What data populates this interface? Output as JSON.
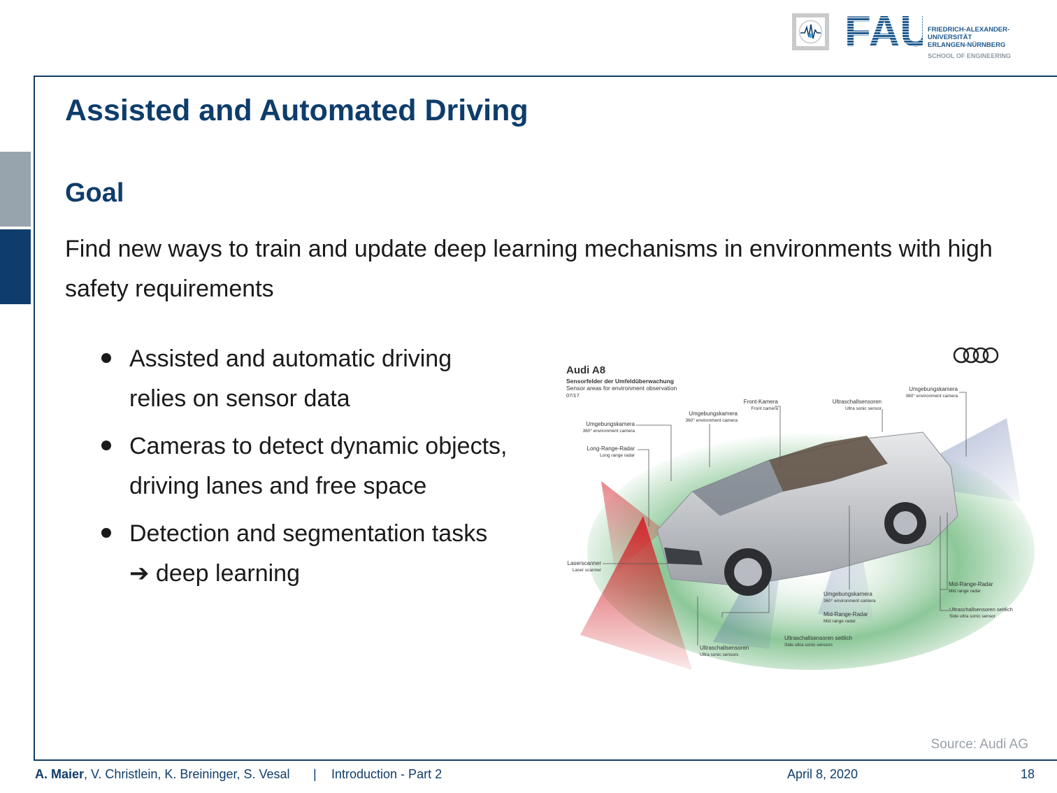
{
  "header": {
    "logo_text": "FAU",
    "university_lines": [
      "FRIEDRICH-ALEXANDER-",
      "UNIVERSITÄT",
      "ERLANGEN-NÜRNBERG"
    ],
    "school": "SCHOOL OF ENGINEERING"
  },
  "slide": {
    "title": "Assisted and Automated Driving",
    "subtitle": "Goal",
    "goal_text": "Find new ways to train and update deep learning mechanisms in environments with high safety requirements",
    "bullets": [
      {
        "line1": "Assisted and automatic driving",
        "line2": "relies on sensor data"
      },
      {
        "line1": "Cameras to detect dynamic objects,",
        "line2": "driving lanes and free space"
      },
      {
        "line1": "Detection and segmentation tasks",
        "line2": "➔ deep learning"
      }
    ],
    "source": "Source: Audi AG"
  },
  "figure": {
    "title": "Audi A8",
    "subtitle_de": "Sensorfelder der Umfeldüberwachung",
    "subtitle_en": "Sensor areas for environment observation",
    "code": "07/17",
    "labels": [
      {
        "de": "Umgebungskamera",
        "en": "360° environment camera"
      },
      {
        "de": "Long-Range-Radar",
        "en": "Long range radar"
      },
      {
        "de": "Umgebungskamera",
        "en": "360° environment camera"
      },
      {
        "de": "Front-Kamera",
        "en": "Front camera"
      },
      {
        "de": "Ultraschallsensoren",
        "en": "Ultra sonic sensor"
      },
      {
        "de": "Umgebungskamera",
        "en": "360° environment camera"
      },
      {
        "de": "Laserscanner",
        "en": "Laser scanner"
      },
      {
        "de": "Mid-Range-Radar",
        "en": "Mid range radar"
      },
      {
        "de": "Ultraschallsensoren seitlich",
        "en": "Side ultra sonic sensors"
      },
      {
        "de": "Umgebungskamera",
        "en": "360° environment camera"
      },
      {
        "de": "Mid-Range-Radar",
        "en": "Mid range radar"
      },
      {
        "de": "Ultraschallsensoren seitlich",
        "en": "Side ultra sonic sensor"
      },
      {
        "de": "Ultraschallsensoren",
        "en": "Ultra sonic sensors"
      }
    ]
  },
  "footer": {
    "lead_author": "A. Maier",
    "coauthors": ", V. Christlein, K. Breininger, S. Vesal",
    "separator": "|",
    "title": "Introduction - Part 2",
    "date": "April 8, 2020",
    "page": "18"
  },
  "colors": {
    "primary": "#0e3d6b",
    "tab_grey": "#97a3ad",
    "source_grey": "#9aa0a6"
  }
}
